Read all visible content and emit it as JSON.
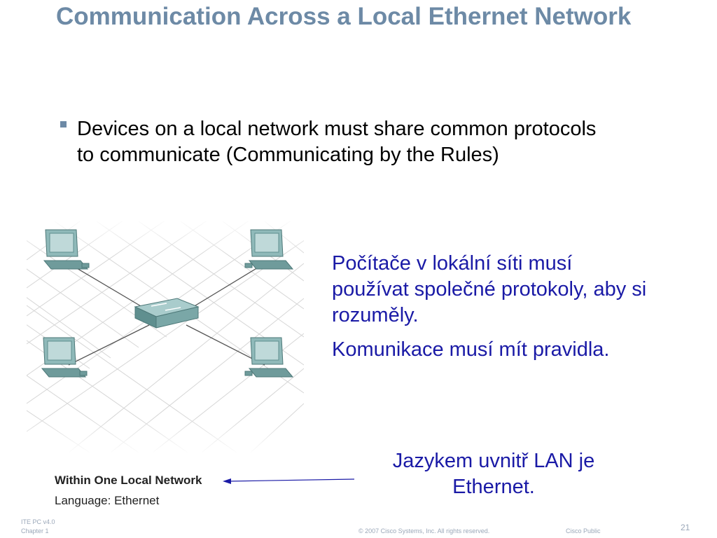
{
  "slide": {
    "title": "Communication Across a Local Ethernet Network",
    "bullet": "Devices on a local network must share common protocols to communicate (Communicating by the Rules)",
    "czech_p1": "Počítače v lokální síti musí používat společné protokoly, aby si rozuměly.",
    "czech_p2": "Komunikace musí mít pravidla.",
    "lan_note": "Jazykem uvnitř LAN je Ethernet.",
    "caption_title": "Within One Local Network",
    "caption_language": "Language: Ethernet"
  },
  "footer": {
    "course": "ITE PC v4.0",
    "chapter": "Chapter 1",
    "copyright": "© 2007 Cisco Systems, Inc. All rights reserved.",
    "classification": "Cisco Public",
    "page_number": "21"
  },
  "colors": {
    "title": "#6d8aa6",
    "czech_text": "#1a1aa6",
    "device": "#6f9b9b"
  }
}
